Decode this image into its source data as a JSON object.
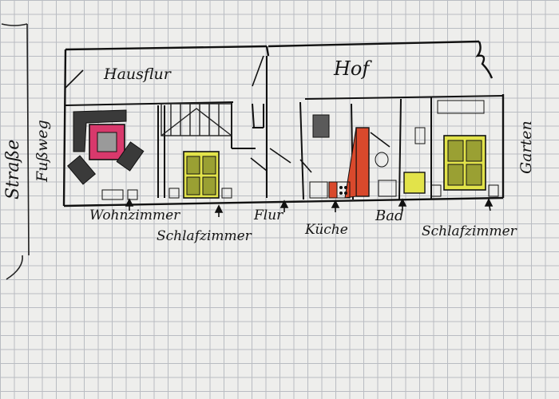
{
  "plan": {
    "areas": {
      "hausflur": "Hausflur",
      "hof": "Hof",
      "fussweg": "Fußweg",
      "strasse": "Straße",
      "garten": "Garten"
    },
    "rooms": [
      "Wohnzimmer",
      "Schlafzimmer",
      "Flur",
      "Küche",
      "Bad",
      "Schlafzimmer"
    ]
  },
  "colors": {
    "bed_yellow": "#e2e34a",
    "sofa_magenta": "#d8396c",
    "kitchen_red": "#d9492c",
    "furniture_dark": "#3a3a3a",
    "ink": "#151515"
  }
}
